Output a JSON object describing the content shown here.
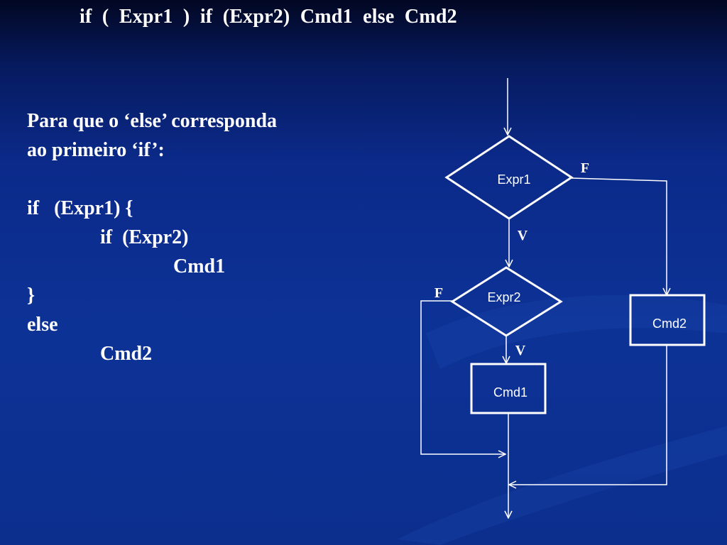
{
  "slide": {
    "title": "if  (  Expr1  )  if  (Expr2)  Cmd1  else  Cmd2",
    "code_lines": [
      "Para que o ‘else’ corresponda",
      "ao primeiro ‘if’:",
      "",
      "if   (Expr1) {",
      "if  (Expr2)",
      "Cmd1",
      "}",
      "else",
      "Cmd2"
    ]
  },
  "flowchart": {
    "decision_1": "Expr1",
    "decision_2": "Expr2",
    "process_1": "Cmd1",
    "process_2": "Cmd2",
    "true_label": "V",
    "false_label": "F"
  },
  "colors": {
    "background": "#0c2f8e",
    "foreground": "#ffffff"
  }
}
